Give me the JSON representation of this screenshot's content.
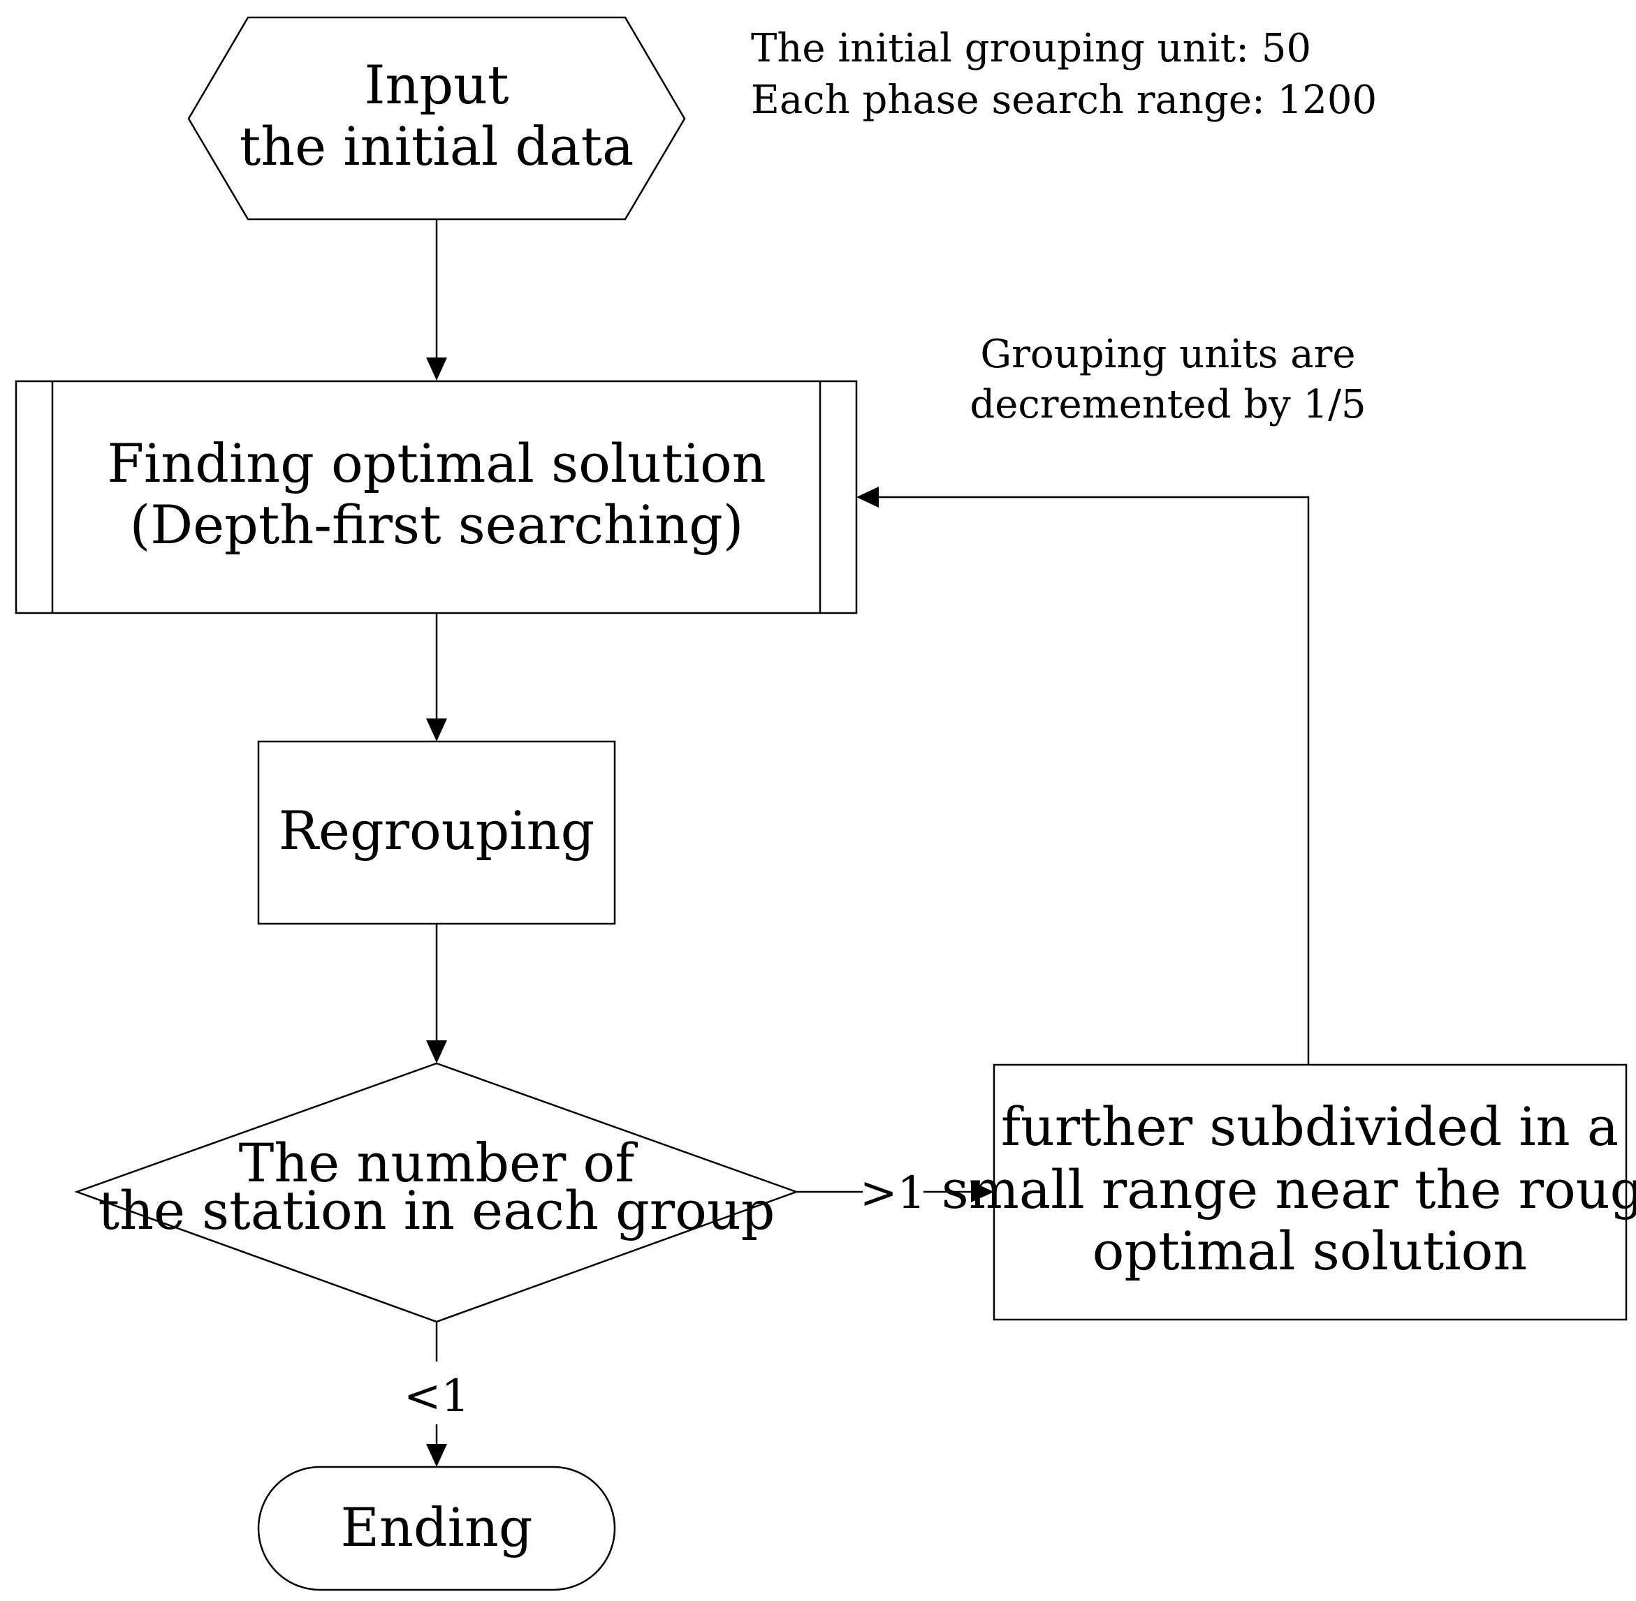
{
  "nodes": {
    "input": {
      "line1": "Input",
      "line2": "the initial data"
    },
    "finding": {
      "line1": "Finding optimal solution",
      "line2": "(Depth-first searching)"
    },
    "regrouping": {
      "label": "Regrouping"
    },
    "decision": {
      "line1": "The number of",
      "line2": "the station in each group"
    },
    "subdivide": {
      "line1": "further subdivided in a",
      "line2": "small range near the rough",
      "line3": "optimal solution"
    },
    "ending": {
      "label": "Ending"
    }
  },
  "annotations": {
    "initial_params": {
      "line1": "The initial grouping unit: 50",
      "line2": "Each phase search range: 1200"
    },
    "loop_note": {
      "line1": "Grouping units are",
      "line2": "decremented by 1/5"
    }
  },
  "edge_labels": {
    "greater": ">1",
    "less": "<1"
  }
}
